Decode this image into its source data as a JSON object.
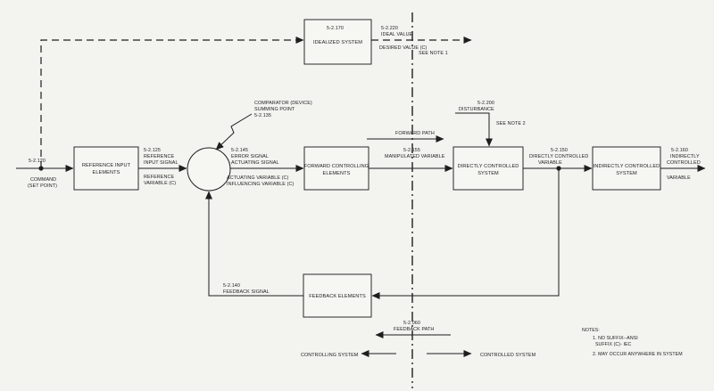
{
  "boxes": {
    "idealized": "IDEALIZED SYSTEM",
    "reference_input": [
      "REFERENCE INPUT",
      "ELEMENTS"
    ],
    "forward_controlling": [
      "FORWARD CONTROLLING",
      "ELEMENTS"
    ],
    "directly_controlled": [
      "DIRECTLY CONTROLLED",
      "SYSTEM"
    ],
    "indirectly_controlled": [
      "INDIRECTLY CONTROLLED",
      "SYSTEM"
    ],
    "feedback": "FEEDBACK ELEMENTS"
  },
  "labels": {
    "idealized_ref": "5-2.170",
    "ideal_value_ref": "5-2.220",
    "ideal_value": "IDEAL VALUE",
    "desired_value": "DESIRED VALUE (C)",
    "see_note_1": "SEE NOTE 1",
    "command_ref": "5-2.120",
    "command": [
      "COMMAND",
      "(SET POINT)"
    ],
    "ref_input_signal_ref": "5-2.125",
    "ref_input_signal": [
      "REFERENCE",
      "INPUT SIGNAL"
    ],
    "ref_variable": [
      "REFERENCE",
      "VARIABLE (C)"
    ],
    "comparator": [
      "COMPARATOR (DEVICE)",
      "SUMMING POINT",
      "5-2.135"
    ],
    "error_signal_ref": "5-2.145",
    "error_signal": [
      "ERROR SIGNAL",
      "ACTUATING SIGNAL"
    ],
    "actuating_variable": [
      "ACTUATING VARIABLE (C)",
      "INFLUENCING VARIABLE (C)"
    ],
    "forward_path": "FORWARD PATH",
    "manipulated_ref": "5-2.155",
    "manipulated": "MANIPULATED VARIABLE",
    "disturbance_ref": "5-2.200",
    "disturbance": "DISTURBANCE",
    "see_note_2": "SEE NOTE 2",
    "directly_var_ref": "5-2.150",
    "directly_var": [
      "DIRECTLY CONTROLLED",
      "VARIABLE"
    ],
    "indirectly_var_ref": "5-2.160",
    "indirectly_var": [
      "INDIRECTLY",
      "CONTROLLED"
    ],
    "variable": "VARIABLE",
    "feedback_signal_ref": "5-2.140",
    "feedback_signal": "FEEDBACK SIGNAL",
    "feedback_path_ref": "5-2.060",
    "feedback_path": "FEEDBACK PATH",
    "controlling_system": "CONTROLLING SYSTEM",
    "controlled_system": "CONTROLLED SYSTEM"
  },
  "notes": {
    "title": "NOTES:",
    "lines": [
      "1. NO SUFFIX--ANSI",
      "SUFFIX (C)- IEC",
      "2. MAY OCCUR ANYWHERE IN SYSTEM"
    ]
  }
}
